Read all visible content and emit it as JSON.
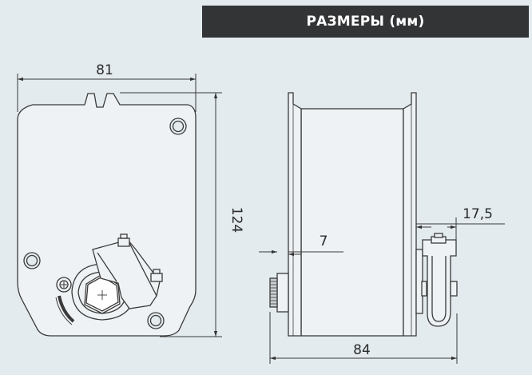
{
  "header": {
    "title": "РАЗМЕРЫ (мм)"
  },
  "dimensions": {
    "width": "81",
    "height": "124",
    "depth": "84",
    "flange": "7",
    "clamp_offset": "17,5"
  },
  "colors": {
    "background": "#e3ebee",
    "header_bar": "#333436",
    "line": "#3a3a3a",
    "body_fill": "#eef2f4"
  }
}
